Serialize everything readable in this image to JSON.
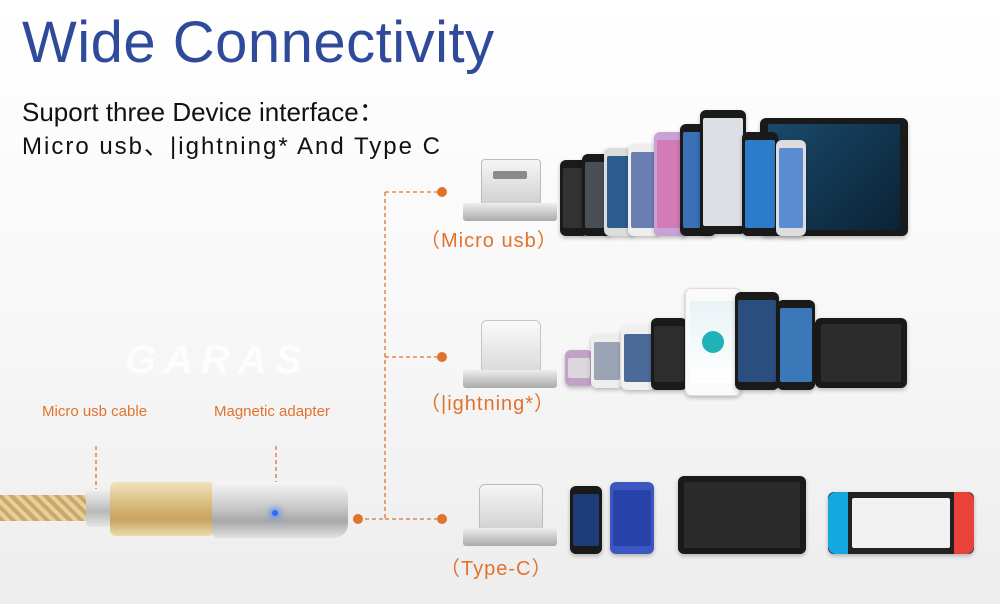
{
  "header": {
    "title": "Wide Connectivity",
    "subtitle": "Suport three Device interface：",
    "interfaces": "Micro usb、|ightning* And Type C"
  },
  "watermark": {
    "brand": "GARAS"
  },
  "cable": {
    "cable_label": "Micro usb cable",
    "adapter_label": "Magnetic adapter"
  },
  "connectors": [
    {
      "label": "（Micro usb）"
    },
    {
      "label": "（|ightning*）"
    },
    {
      "label": "（Type-C）"
    }
  ],
  "colors": {
    "title": "#2f4a9a",
    "accent": "#e0732c",
    "led": "#2a6cff"
  }
}
